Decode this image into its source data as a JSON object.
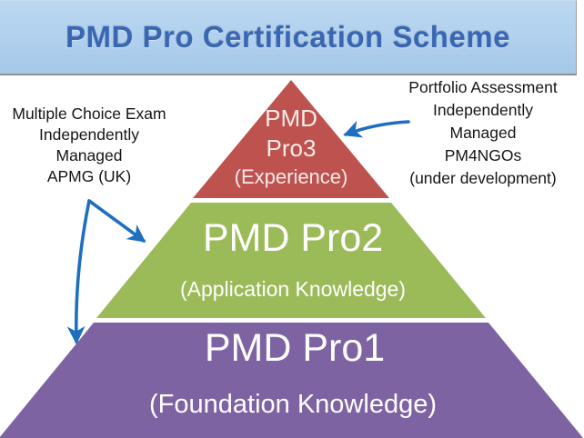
{
  "header": {
    "title": "PMD Pro Certification Scheme"
  },
  "annotations": {
    "left": {
      "lines": [
        "Multiple Choice Exam",
        "Independently",
        "Managed",
        "APMG (UK)"
      ]
    },
    "right": {
      "lines": [
        "Portfolio Assessment",
        "Independently",
        "Managed",
        "PM4NGOs",
        "(under development)"
      ]
    }
  },
  "pyramid": {
    "tiers": [
      {
        "level": "PMD Pro3",
        "title_lines": [
          "PMD",
          "Pro3"
        ],
        "subtitle": "(Experience)",
        "color": "#bd524f"
      },
      {
        "level": "PMD Pro2",
        "title": "PMD Pro2",
        "subtitle": "(Application Knowledge)",
        "color": "#9bba58"
      },
      {
        "level": "PMD Pro1",
        "title": "PMD Pro1",
        "subtitle": "(Foundation Knowledge)",
        "color": "#7d63a2"
      }
    ]
  },
  "colors": {
    "header_bg": "#aacdec",
    "header_text": "#3a67b2",
    "arrow": "#1e6fc0",
    "tier_text": "#ffffff",
    "tier3_text": "#f9ebe9"
  }
}
